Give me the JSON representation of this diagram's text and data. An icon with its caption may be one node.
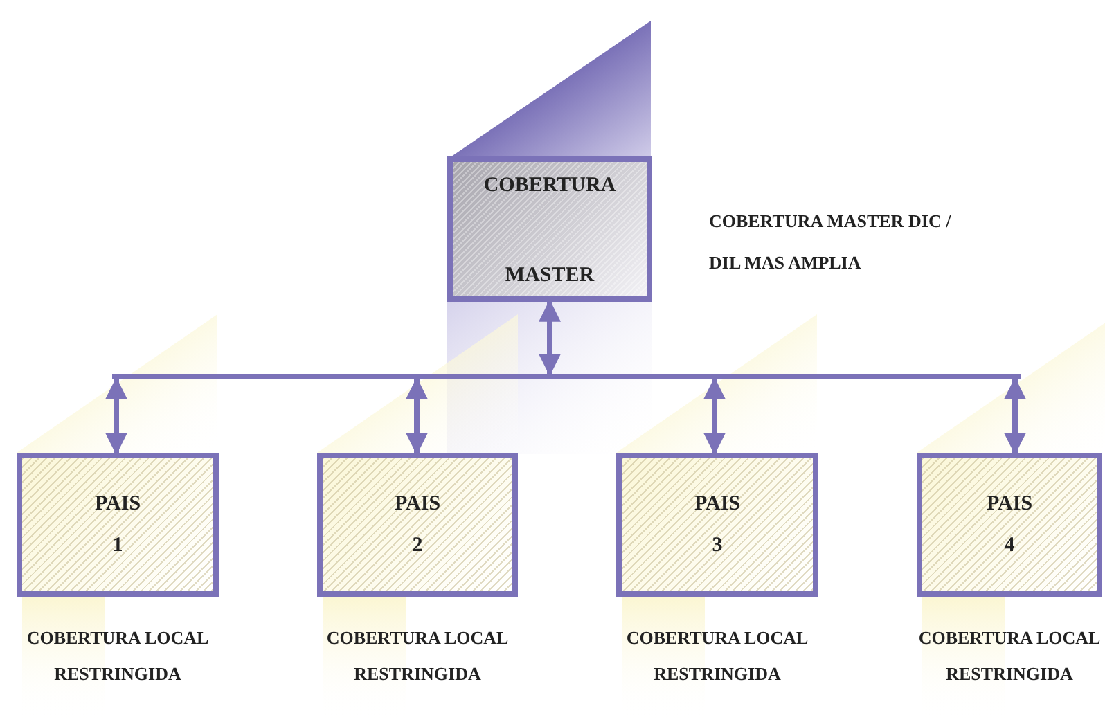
{
  "diagram": {
    "nodes": [
      {
        "text": [
          "COBERTURA",
          "MASTER"
        ],
        "beside": [
          "COBERTURA MASTER DIC / DIL MAS AMPLIA"
        ]
      },
      {
        "text": [],
        "shape": "bar"
      },
      {
        "text": [
          "PAIS",
          "1"
        ],
        "beside": [
          "COBERTURA LOCAL RESTRINGIDA"
        ]
      },
      {
        "text": [
          "PAIS",
          "2"
        ],
        "beside": [
          "COBERTURA LOCAL RESTRINGIDA"
        ]
      },
      {
        "text": [
          "PAIS",
          "3"
        ],
        "beside": [
          "COBERTURA LOCAL RESTRINGIDA"
        ]
      },
      {
        "text": [
          "PAIS",
          "4"
        ],
        "beside": [
          "COBERTURA LOCAL RESTRINGIDA"
        ]
      }
    ],
    "edges": [
      {
        "from": 0,
        "to": 1,
        "arrow": "both"
      },
      {
        "from": 1,
        "to": 2,
        "arrow": "both"
      },
      {
        "from": 1,
        "to": 3,
        "arrow": "both"
      },
      {
        "from": 1,
        "to": 4,
        "arrow": "both"
      },
      {
        "from": 1,
        "to": 5,
        "arrow": "both"
      }
    ]
  }
}
